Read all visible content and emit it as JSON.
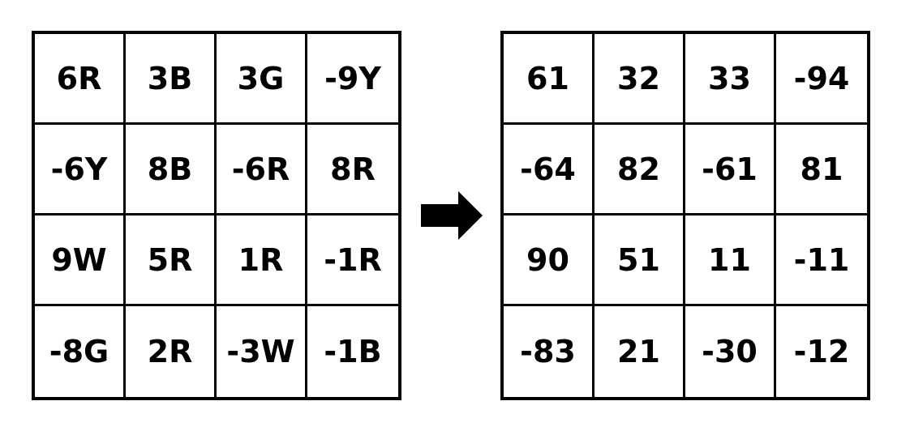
{
  "left_grid": {
    "rows": [
      [
        "6R",
        "3B",
        "3G",
        "-9Y"
      ],
      [
        "-6Y",
        "8B",
        "-6R",
        "8R"
      ],
      [
        "9W",
        "5R",
        "1R",
        "-1R"
      ],
      [
        "-8G",
        "2R",
        "-3W",
        "-1B"
      ]
    ]
  },
  "right_grid": {
    "rows": [
      [
        "61",
        "32",
        "33",
        "-94"
      ],
      [
        "-64",
        "82",
        "-61",
        "81"
      ],
      [
        "90",
        "51",
        "11",
        "-11"
      ],
      [
        "-83",
        "21",
        "-30",
        "-12"
      ]
    ]
  },
  "arrow": {
    "icon": "right-arrow-icon",
    "color": "#000000"
  }
}
